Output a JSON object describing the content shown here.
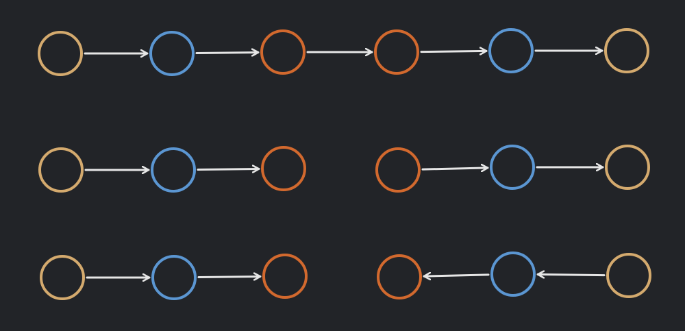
{
  "colors": {
    "background": "#222428",
    "tan": "#d4aa6e",
    "blue": "#5b96d2",
    "orange": "#d2692e",
    "edge": "#e6e6e6"
  },
  "diagram": {
    "node_kinds": [
      "tan",
      "blue",
      "orange"
    ],
    "chains": [
      {
        "id": "chain-top",
        "nodes": [
          "tan",
          "blue",
          "orange",
          "orange",
          "blue",
          "tan"
        ],
        "direction": "forward"
      },
      {
        "id": "chain-middle-left",
        "nodes": [
          "tan",
          "blue",
          "orange"
        ],
        "direction": "forward"
      },
      {
        "id": "chain-middle-right",
        "nodes": [
          "orange",
          "blue",
          "tan"
        ],
        "direction": "forward"
      },
      {
        "id": "chain-bottom-left",
        "nodes": [
          "tan",
          "blue",
          "orange"
        ],
        "direction": "forward"
      },
      {
        "id": "chain-bottom-right",
        "nodes": [
          "orange",
          "blue",
          "tan"
        ],
        "direction": "backward"
      }
    ]
  }
}
